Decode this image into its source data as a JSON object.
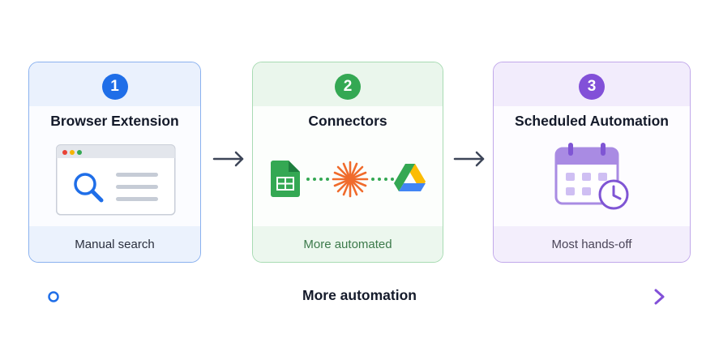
{
  "steps": [
    {
      "number": "1",
      "title": "Browser Extension",
      "caption": "Manual search"
    },
    {
      "number": "2",
      "title": "Connectors",
      "caption": "More automated"
    },
    {
      "number": "3",
      "title": "Scheduled Automation",
      "caption": "Most hands-off"
    }
  ],
  "progress_label": "More automation",
  "colors": {
    "step1": "#1f6ee8",
    "step2": "#34a853",
    "step3": "#8250d8"
  },
  "icons": [
    "browser-search-icon",
    "sheets-icon",
    "starburst-icon",
    "drive-icon",
    "calendar-clock-icon"
  ]
}
